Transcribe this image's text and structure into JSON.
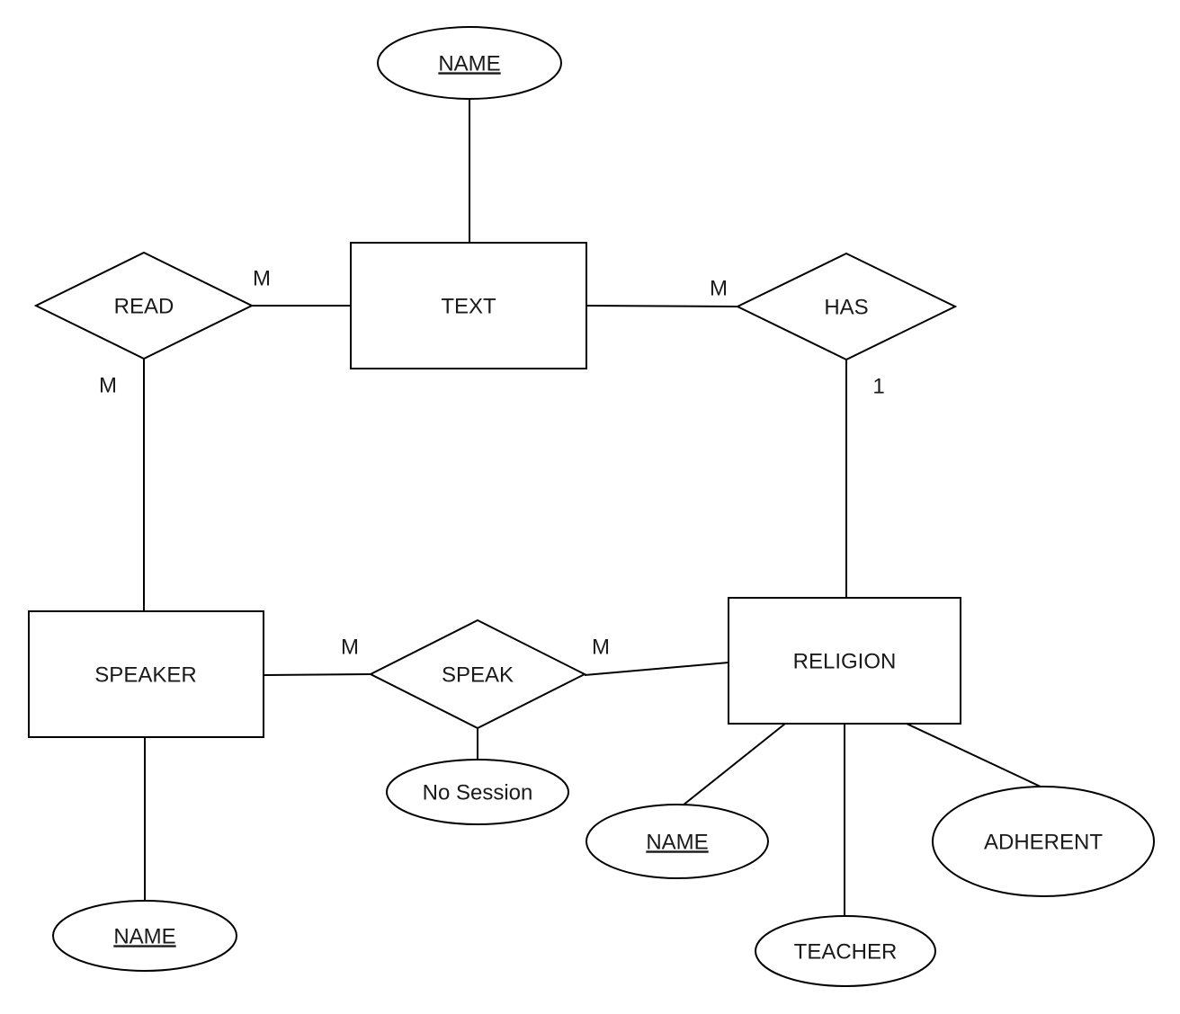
{
  "diagram": {
    "type": "er-diagram",
    "background_color": "#ffffff",
    "stroke_color": "#000000",
    "text_color": "#1a1a1a",
    "entities": [
      {
        "label": "TEXT"
      },
      {
        "label": "SPEAKER"
      },
      {
        "label": "RELIGION"
      }
    ],
    "relationships": [
      {
        "label": "READ"
      },
      {
        "label": "HAS"
      },
      {
        "label": "SPEAK"
      }
    ],
    "attributes": [
      {
        "label": "NAME",
        "underlined": true,
        "attached_to": "TEXT"
      },
      {
        "label": "No Session",
        "underlined": false,
        "attached_to": "SPEAK"
      },
      {
        "label": "NAME",
        "underlined": true,
        "attached_to": "SPEAKER"
      },
      {
        "label": "NAME",
        "underlined": true,
        "attached_to": "RELIGION"
      },
      {
        "label": "TEACHER",
        "underlined": false,
        "attached_to": "RELIGION"
      },
      {
        "label": "ADHERENT",
        "underlined": false,
        "attached_to": "RELIGION"
      }
    ],
    "cardinalities": [
      {
        "label": "M",
        "edge": "READ-TEXT"
      },
      {
        "label": "M",
        "edge": "TEXT-HAS"
      },
      {
        "label": "M",
        "edge": "READ-SPEAKER"
      },
      {
        "label": "1",
        "edge": "HAS-RELIGION"
      },
      {
        "label": "M",
        "edge": "SPEAKER-SPEAK"
      },
      {
        "label": "M",
        "edge": "SPEAK-RELIGION"
      }
    ]
  }
}
